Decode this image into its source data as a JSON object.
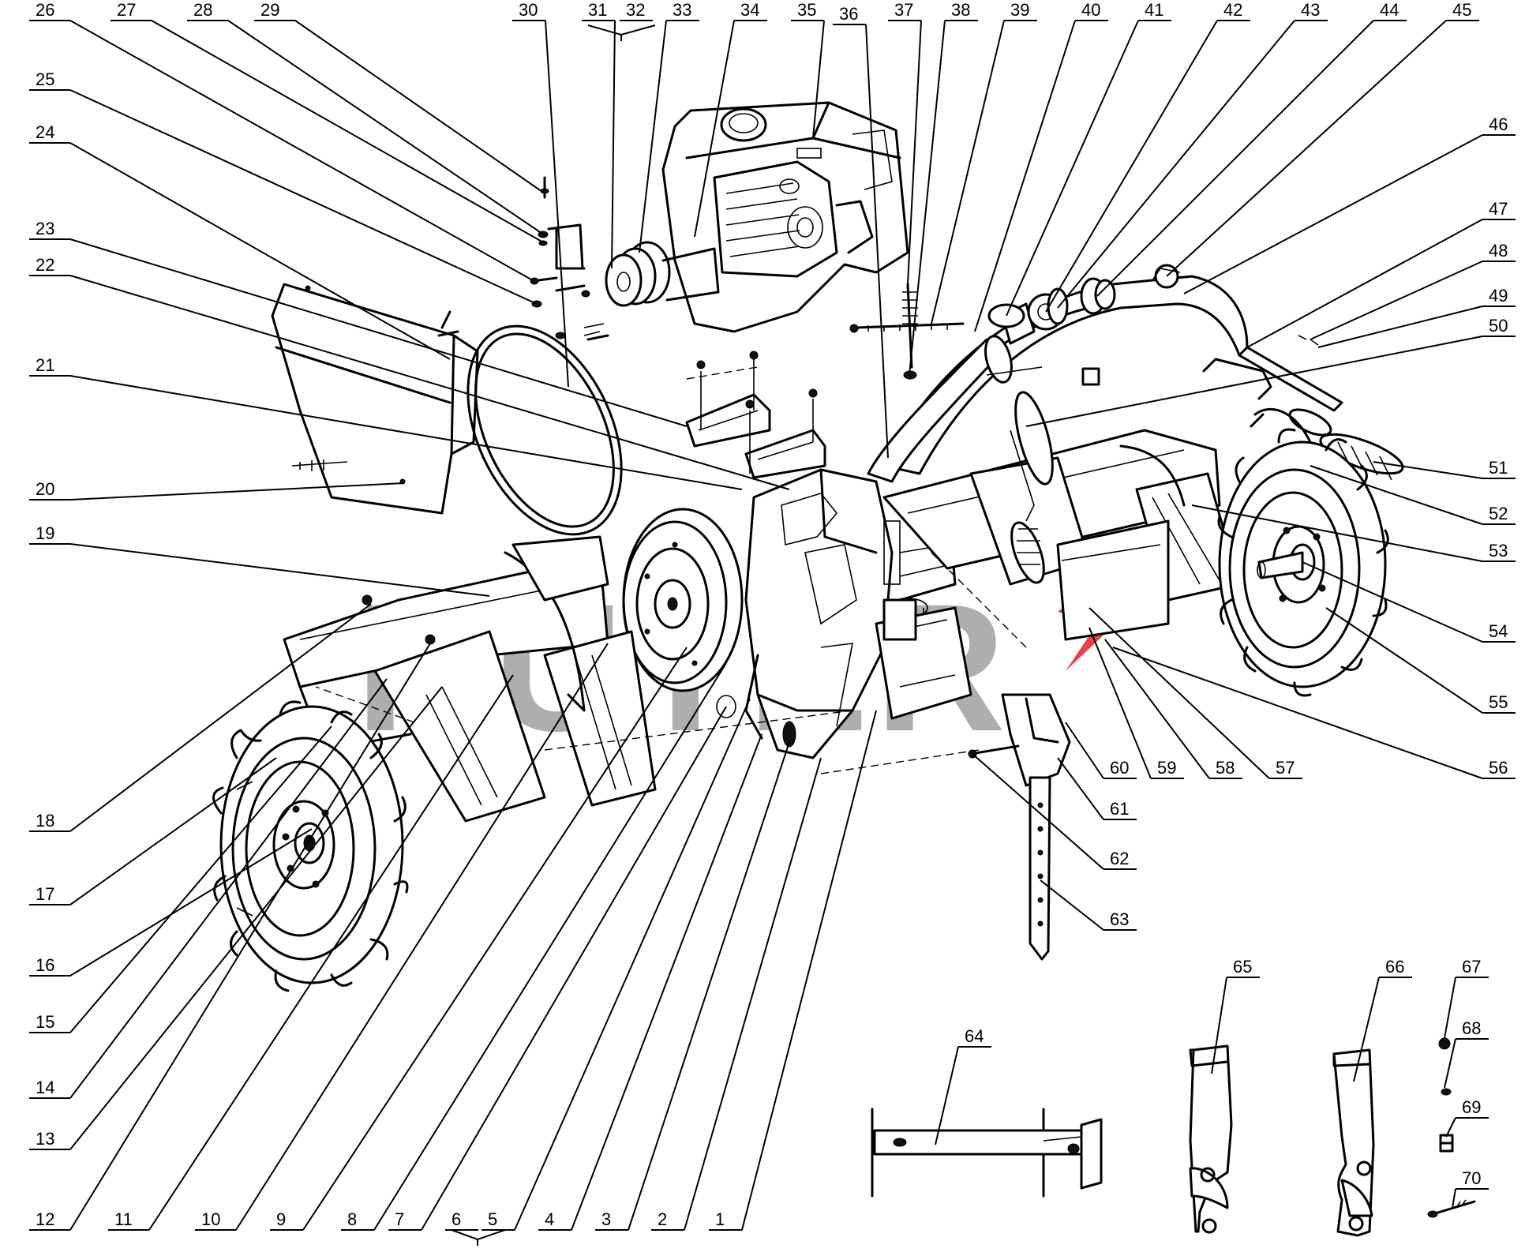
{
  "watermark": {
    "text": "HÜTER",
    "logo_colors": [
      "#e8202a",
      "#f2c400"
    ]
  },
  "callouts": [
    {
      "num": "1"
    },
    {
      "num": "2"
    },
    {
      "num": "3"
    },
    {
      "num": "4"
    },
    {
      "num": "5"
    },
    {
      "num": "6"
    },
    {
      "num": "7"
    },
    {
      "num": "8"
    },
    {
      "num": "9"
    },
    {
      "num": "10"
    },
    {
      "num": "11"
    },
    {
      "num": "12"
    },
    {
      "num": "13"
    },
    {
      "num": "14"
    },
    {
      "num": "15"
    },
    {
      "num": "16"
    },
    {
      "num": "17"
    },
    {
      "num": "18"
    },
    {
      "num": "19"
    },
    {
      "num": "20"
    },
    {
      "num": "21"
    },
    {
      "num": "22"
    },
    {
      "num": "23"
    },
    {
      "num": "24"
    },
    {
      "num": "25"
    },
    {
      "num": "26"
    },
    {
      "num": "27"
    },
    {
      "num": "28"
    },
    {
      "num": "29"
    },
    {
      "num": "30"
    },
    {
      "num": "31"
    },
    {
      "num": "32"
    },
    {
      "num": "33"
    },
    {
      "num": "34"
    },
    {
      "num": "35"
    },
    {
      "num": "36"
    },
    {
      "num": "37"
    },
    {
      "num": "38"
    },
    {
      "num": "39"
    },
    {
      "num": "40"
    },
    {
      "num": "41"
    },
    {
      "num": "42"
    },
    {
      "num": "43"
    },
    {
      "num": "44"
    },
    {
      "num": "45"
    },
    {
      "num": "46"
    },
    {
      "num": "47"
    },
    {
      "num": "48"
    },
    {
      "num": "49"
    },
    {
      "num": "50"
    },
    {
      "num": "51"
    },
    {
      "num": "52"
    },
    {
      "num": "53"
    },
    {
      "num": "54"
    },
    {
      "num": "55"
    },
    {
      "num": "56"
    },
    {
      "num": "57"
    },
    {
      "num": "58"
    },
    {
      "num": "59"
    },
    {
      "num": "60"
    },
    {
      "num": "61"
    },
    {
      "num": "62"
    },
    {
      "num": "63"
    },
    {
      "num": "64"
    },
    {
      "num": "65"
    },
    {
      "num": "66"
    },
    {
      "num": "67"
    },
    {
      "num": "68"
    },
    {
      "num": "69"
    },
    {
      "num": "70"
    }
  ]
}
